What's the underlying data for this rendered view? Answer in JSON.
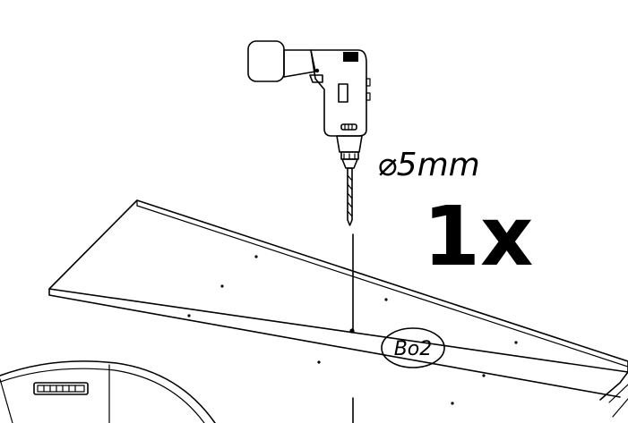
{
  "instruction": {
    "drill_bit_diameter": "⌀5mm",
    "quantity": "1x",
    "part_label": "Bo2"
  },
  "icons": {
    "tool": "cordless-drill-icon",
    "part": "panel-board",
    "detail": "magnifier-callout"
  },
  "colors": {
    "ink": "#000000",
    "paper": "#ffffff"
  }
}
